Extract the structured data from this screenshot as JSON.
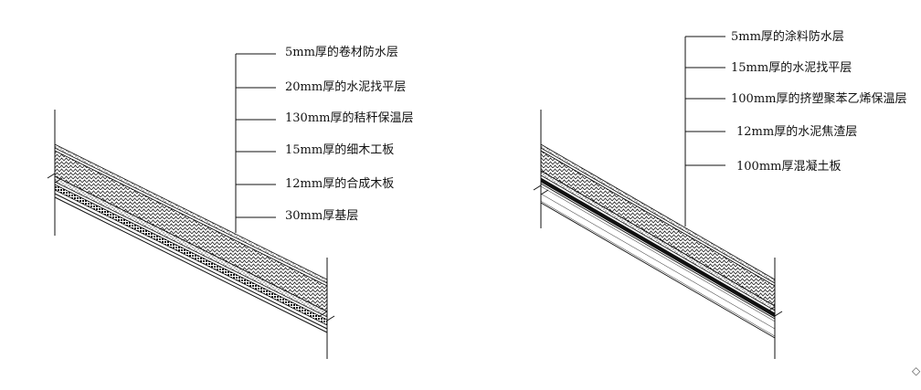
{
  "diagrams": [
    {
      "id": "left-roof-detail",
      "layers": [
        "5mm厚的卷材防水层",
        "20mm厚的水泥找平层",
        "130mm厚的秸秆保温层",
        "15mm厚的细木工板",
        "12mm厚的合成木板",
        "30mm厚基层"
      ]
    },
    {
      "id": "right-roof-detail",
      "layers": [
        "5mm厚的涂料防水层",
        "15mm厚的水泥找平层",
        "100mm厚的挤塑聚苯乙烯保温层",
        "12mm厚的水泥焦渣层",
        "100mm厚混凝土板"
      ]
    }
  ],
  "colors": {
    "line": "#111111",
    "background": "#ffffff"
  }
}
